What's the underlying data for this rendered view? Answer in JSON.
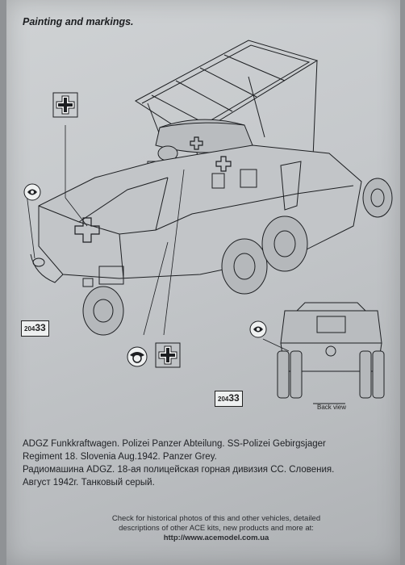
{
  "heading": "Painting and markings.",
  "decal_front": {
    "prefix": "204",
    "num": "33"
  },
  "decal_back": {
    "prefix": "204",
    "num": "33"
  },
  "back_view_label": "Back view",
  "caption": {
    "line1": "ADGZ Funkkraftwagen. Polizei Panzer Abteilung. SS-Polizei Gebirgsjager",
    "line2": "Regiment 18. Slovenia Aug.1942. Panzer Grey.",
    "line3": "Радиомашина ADGZ. 18-ая полицейская горная дивизия СС. Словения.",
    "line4": "Август 1942г. Танковый серый."
  },
  "footer": {
    "line1": "Check for historical photos of this and  other vehicles, detailed",
    "line2": "descriptions of other ACE kits, new products and more at:",
    "url": "http://www.acemodel.com.ua"
  },
  "colors": {
    "paper": "#c9cccf",
    "ink": "#1d1f22",
    "panzer_grey": "#8a8e92"
  }
}
